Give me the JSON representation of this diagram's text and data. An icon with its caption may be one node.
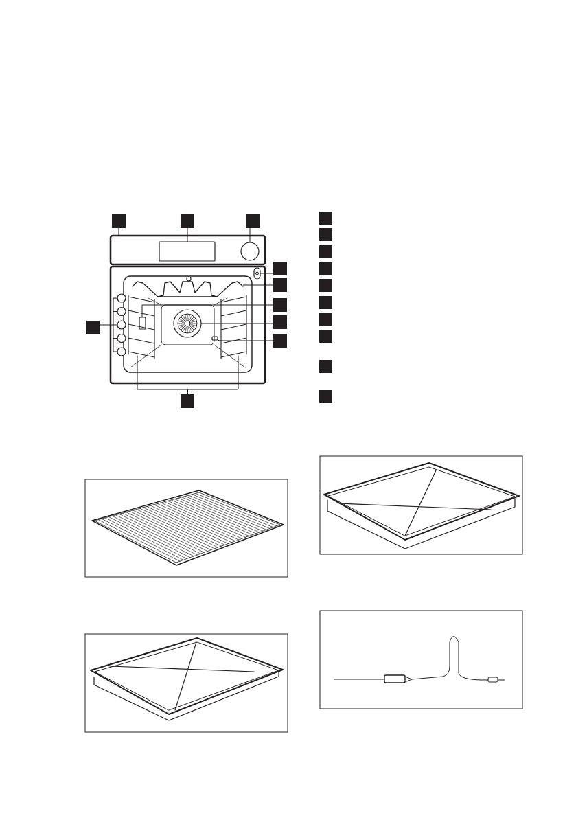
{
  "diagram": {
    "nodes": [
      {
        "text": [],
        "shape": "box"
      },
      {
        "text": [],
        "shape": "box"
      },
      {
        "text": [],
        "shape": "box"
      },
      {
        "text": [],
        "shape": "box"
      },
      {
        "text": [],
        "shape": "box"
      },
      {
        "text": [],
        "shape": "box"
      },
      {
        "text": [],
        "shape": "box"
      },
      {
        "text": [],
        "shape": "box"
      },
      {
        "text": [],
        "shape": "box"
      },
      {
        "text": [],
        "shape": "box"
      },
      {
        "text": [],
        "shape": "box"
      },
      {
        "text": [],
        "shape": "box"
      },
      {
        "text": [],
        "shape": "box"
      },
      {
        "text": [],
        "shape": "box"
      },
      {
        "text": [],
        "shape": "box"
      },
      {
        "text": [],
        "shape": "box"
      },
      {
        "text": [],
        "shape": "box"
      },
      {
        "text": [],
        "shape": "box"
      },
      {
        "text": [],
        "shape": "box"
      },
      {
        "text": [],
        "shape": "box"
      },
      {
        "text": [],
        "shape": "box"
      },
      {
        "text": [],
        "shape": "box",
        "in": 20
      },
      {
        "text": [],
        "shape": "circle",
        "in": 20
      },
      {
        "text": [],
        "shape": "box"
      },
      {
        "text": [],
        "shape": "coil"
      },
      {
        "text": [],
        "shape": "box"
      },
      {
        "text": [],
        "shape": "circle"
      },
      {
        "text": [],
        "shape": "box"
      },
      {
        "text": [],
        "shape": "bracket"
      },
      {
        "text": [],
        "shape": "bracket"
      }
    ],
    "edges": [
      {
        "from": 0,
        "to": 20,
        "arrow": "none"
      },
      {
        "from": 1,
        "to": 21,
        "arrow": "none"
      },
      {
        "from": 2,
        "to": 22,
        "arrow": "none"
      },
      {
        "from": 3,
        "to": 23,
        "arrow": "none"
      },
      {
        "from": 4,
        "to": 24,
        "arrow": "none"
      },
      {
        "from": 5,
        "to": 25,
        "arrow": "none"
      },
      {
        "from": 6,
        "to": 26,
        "arrow": "none"
      },
      {
        "from": 7,
        "to": 27,
        "arrow": "none"
      },
      {
        "from": 8,
        "to": 28,
        "arrow": "none"
      },
      {
        "from": 9,
        "to": 29,
        "arrow": "none"
      }
    ]
  }
}
